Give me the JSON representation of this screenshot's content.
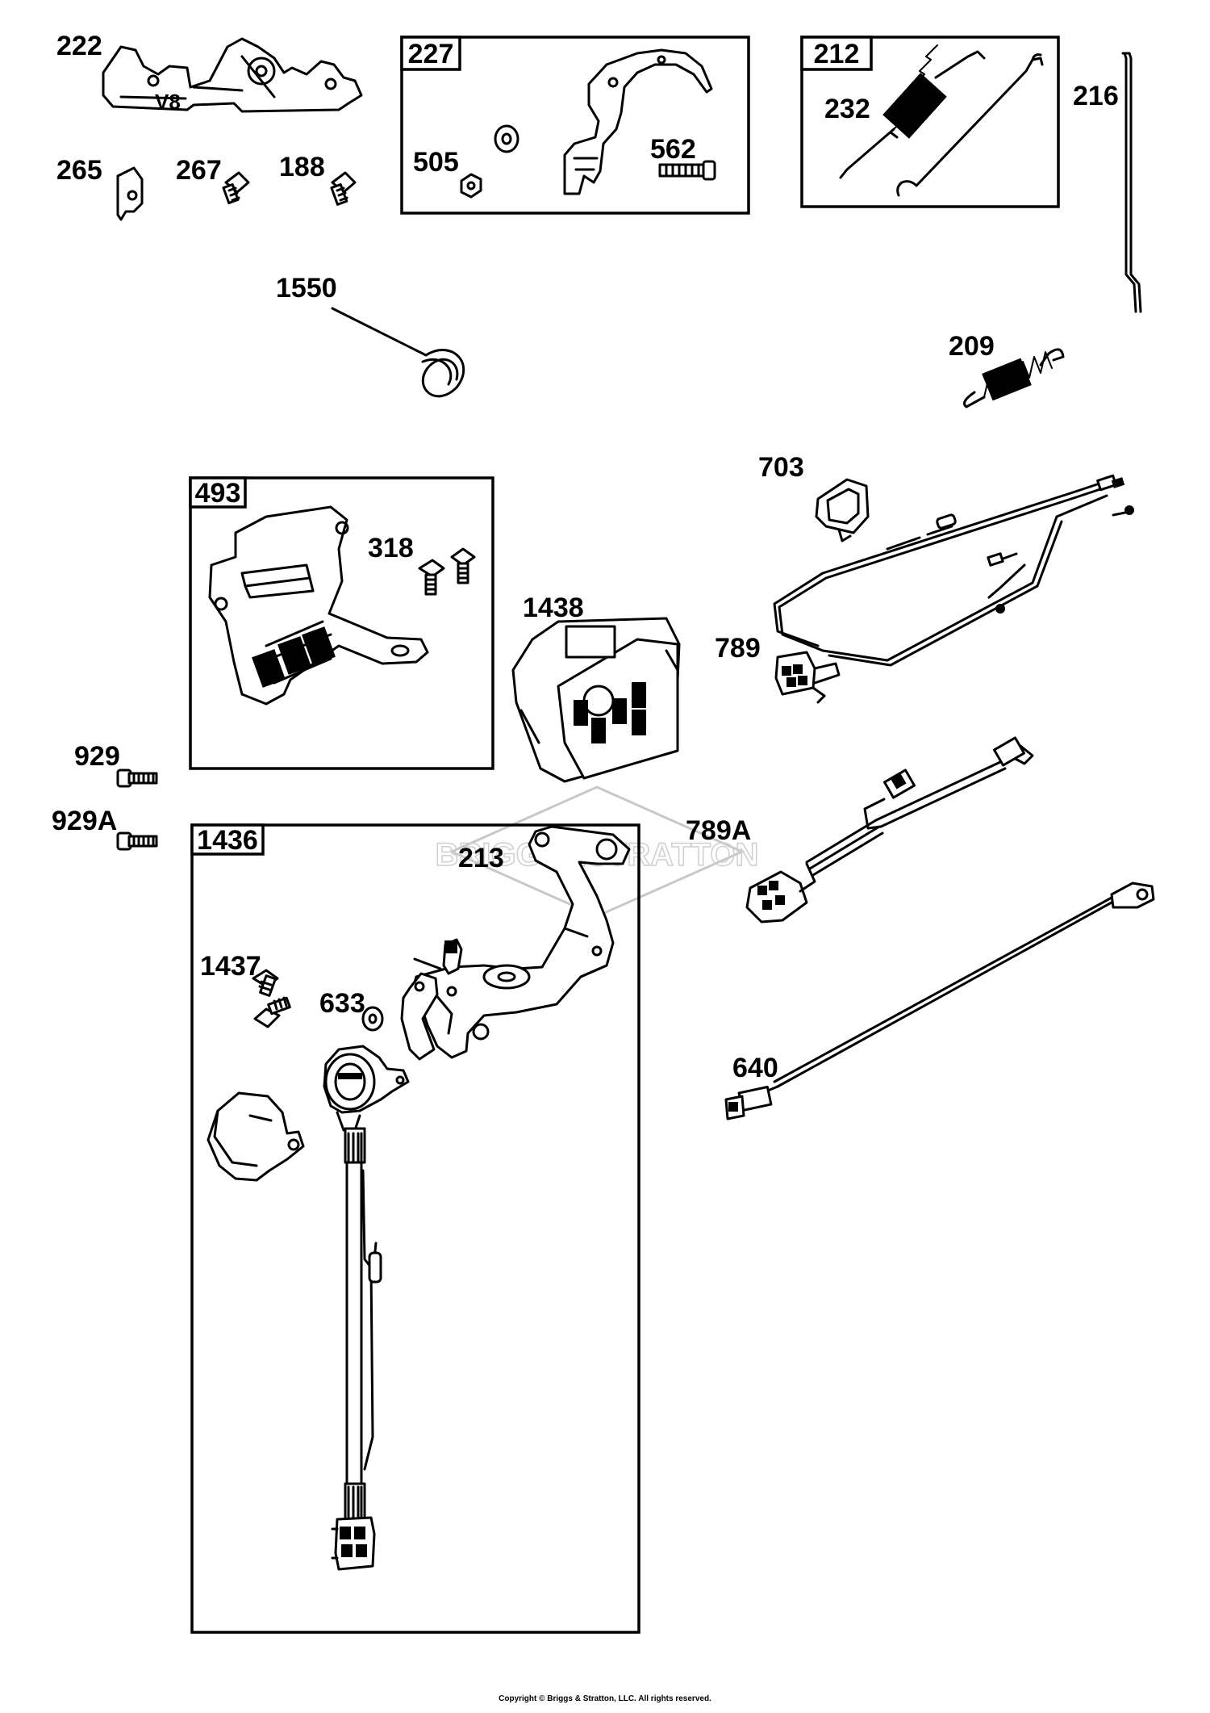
{
  "brand_watermark": "BRIGGS&STRATTON",
  "copyright": "Copyright © Briggs & Stratton, LLC. All rights reserved.",
  "boxes": {
    "b227": "227",
    "b212": "212",
    "b493": "493",
    "b1436": "1436"
  },
  "parts": {
    "p222": "222",
    "p265": "265",
    "p267": "267",
    "p188": "188",
    "p505": "505",
    "p562": "562",
    "p232": "232",
    "p216": "216",
    "p1550": "1550",
    "p209": "209",
    "p703": "703",
    "p318": "318",
    "p1438": "1438",
    "p789": "789",
    "p929": "929",
    "p929A": "929A",
    "p213": "213",
    "p789A": "789A",
    "p1437": "1437",
    "p633": "633",
    "p640": "640"
  },
  "text_marks": {
    "v8_mark": "V8"
  }
}
